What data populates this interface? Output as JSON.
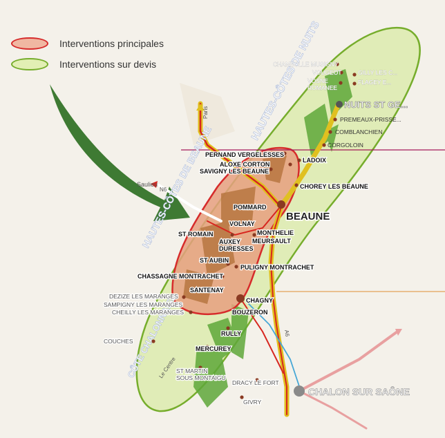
{
  "legend": [
    {
      "label": "Interventions principales",
      "color": "#d62b2b"
    },
    {
      "label": "Interventions sur devis",
      "color": "#76ad2c"
    }
  ],
  "regions": [
    {
      "key": "hcn",
      "name": "HAUTES-CÔTES DE NUITS"
    },
    {
      "key": "hcb",
      "name": "HAUTES-CÔTES DE BEAUNE"
    },
    {
      "key": "cc",
      "name": "CÔTE CHALONNAISE"
    }
  ],
  "cities": [
    {
      "key": "beaune",
      "name": "BEAUNE"
    },
    {
      "key": "nuits",
      "name": "NUITS ST GE..."
    },
    {
      "key": "chalon",
      "name": "CHALON SUR SAÔNE"
    }
  ],
  "villages": [
    {
      "key": "chambolle",
      "name": "CHAMBOLLE MUSIGNY"
    },
    {
      "key": "vougeot",
      "name": "VOUGEOT"
    },
    {
      "key": "vosne",
      "name": "VOSNE ROMANEE"
    },
    {
      "key": "gilly",
      "name": "GILLY LES C..."
    },
    {
      "key": "flagey",
      "name": "FLAGEY E..."
    },
    {
      "key": "premeaux",
      "name": "PREMEAUX-PRISSE..."
    },
    {
      "key": "comblanchien",
      "name": "COMBLANCHIEN"
    },
    {
      "key": "corgoloin",
      "name": "CORGOLOIN"
    },
    {
      "key": "pernand",
      "name": "PERNAND VERGELESSES"
    },
    {
      "key": "aloxe",
      "name": "ALOXE CORTON"
    },
    {
      "key": "ladoix",
      "name": "LADOIX"
    },
    {
      "key": "savigny",
      "name": "SAVIGNY LES BEAUNE"
    },
    {
      "key": "chorey",
      "name": "CHOREY LES BEAUNE"
    },
    {
      "key": "pommard",
      "name": "POMMARD"
    },
    {
      "key": "volnay",
      "name": "VOLNAY"
    },
    {
      "key": "monthelie",
      "name": "MONTHELIE"
    },
    {
      "key": "meursault",
      "name": "MEURSAULT"
    },
    {
      "key": "auxey",
      "name": "AUXEY DURESSES"
    },
    {
      "key": "stromain",
      "name": "ST ROMAIN"
    },
    {
      "key": "staubin",
      "name": "ST AUBIN"
    },
    {
      "key": "puligny",
      "name": "PULIGNY MONTRACHET"
    },
    {
      "key": "chassagne",
      "name": "CHASSAGNE MONTRACHET"
    },
    {
      "key": "santenay",
      "name": "SANTENAY"
    },
    {
      "key": "dezize",
      "name": "DEZIZE LES MARANGES"
    },
    {
      "key": "sampigny",
      "name": "SAMPIGNY LES MARANGES"
    },
    {
      "key": "cheilly",
      "name": "CHEILLY LES MARANGES"
    },
    {
      "key": "chagny",
      "name": "CHAGNY"
    },
    {
      "key": "bouzeron",
      "name": "BOUZERON"
    },
    {
      "key": "rully",
      "name": "RULLY"
    },
    {
      "key": "mercurey",
      "name": "MERCUREY"
    },
    {
      "key": "couches",
      "name": "COUCHES"
    },
    {
      "key": "stmartin",
      "name": "ST MARTIN SOUS MONTAIGU"
    },
    {
      "key": "dracy",
      "name": "DRACY LE FORT"
    },
    {
      "key": "givry",
      "name": "GIVRY"
    }
  ],
  "roads": [
    {
      "key": "paris",
      "name": "Paris"
    },
    {
      "key": "saulieu",
      "name": "Saulieu"
    },
    {
      "key": "a6",
      "name": "A6"
    },
    {
      "key": "n6",
      "name": "N6"
    },
    {
      "key": "centre",
      "name": "Le Centre"
    }
  ]
}
